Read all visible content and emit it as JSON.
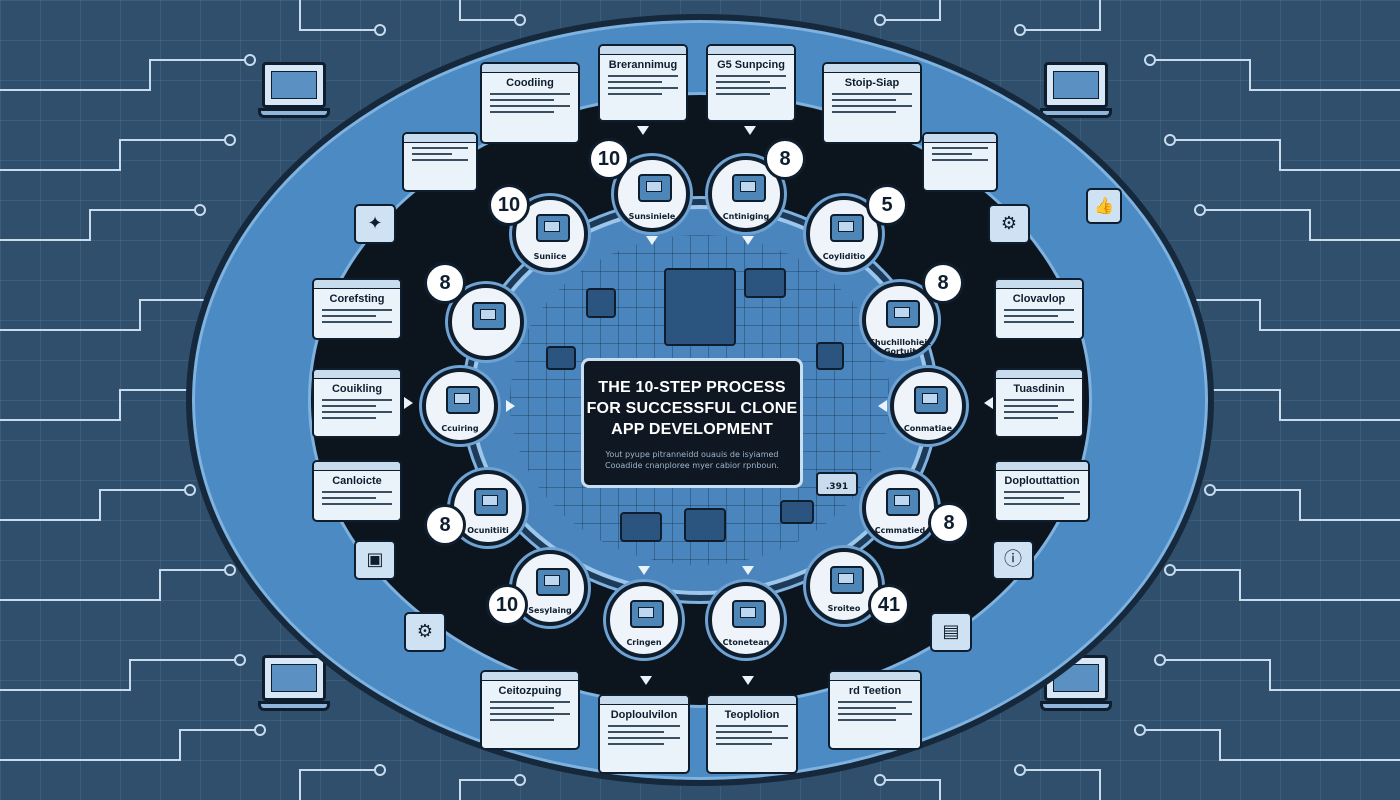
{
  "infographic": {
    "title_line1": "THE 10-STEP PROCESS",
    "title_line2": "FOR SUCCESSFUL CLONE",
    "title_line3": "APP DEVELOPMENT",
    "subtitle_line1": "Yout pyupe pitranneidd ouauis de isyiamed",
    "subtitle_line2": "Cooadide cnanploree myer cabior rpnboun."
  },
  "label_cards": [
    {
      "title": "Brerannimug"
    },
    {
      "title": "G5 Sunpcing"
    },
    {
      "title": "Coodiing"
    },
    {
      "title": "Stoip-Siap"
    },
    {
      "title": "Corefsting"
    },
    {
      "title": "Clovavlop"
    },
    {
      "title": "Couikling"
    },
    {
      "title": "Tuasdinin"
    },
    {
      "title": "Canloicte"
    },
    {
      "title": "Doplouttattion"
    },
    {
      "title": "Ceitozpuing"
    },
    {
      "title": "rd Teetion"
    },
    {
      "title": "Doploulvilon"
    },
    {
      "title": "Teoplolion"
    }
  ],
  "step_nodes": [
    {
      "label": "Sunsiniele"
    },
    {
      "label": "Cntiniging"
    },
    {
      "label": "Suniice"
    },
    {
      "label": "Coyliditio"
    },
    {
      "label": ""
    },
    {
      "label": "Chuchillohieit Gortuit"
    },
    {
      "label": "Ccuiring"
    },
    {
      "label": "Conmatiae"
    },
    {
      "label": "Ocunitiiti"
    },
    {
      "label": "Ccmmatied"
    },
    {
      "label": "Sesylaing"
    },
    {
      "label": "Sroiteo"
    },
    {
      "label": "Cringen"
    },
    {
      "label": "Ctonetean"
    }
  ],
  "number_badges": [
    "10",
    "8",
    "10",
    "5",
    "8",
    "8",
    "8",
    "8",
    "10",
    "41"
  ],
  "inner_badge": ".391",
  "icons": {
    "laptop": "laptop-icon",
    "gear": "gear-icon",
    "thumbs_up": "thumbs-up-icon",
    "lightbulb": "lightbulb-icon"
  },
  "colors": {
    "background": "#2f4f6c",
    "ring": "#4c8ac4",
    "dark_ring": "#0c141d",
    "panel": "#0e1722",
    "card": "#eaf2fa"
  }
}
